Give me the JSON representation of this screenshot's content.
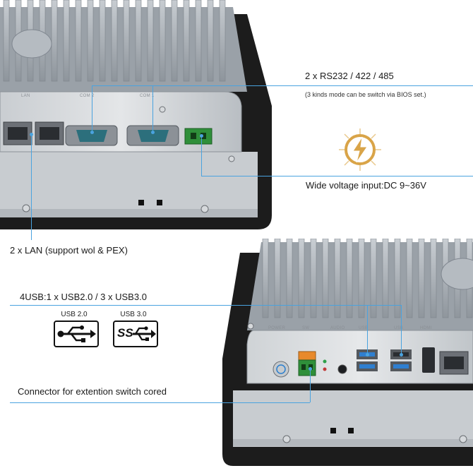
{
  "callouts": {
    "rs232": "2 x RS232 / 422 / 485",
    "rs232_note": "(3 kinds mode can be switch via BIOS set.)",
    "voltage": "Wide voltage input:DC 9~36V",
    "lan": "2 x LAN (support wol & PEX)",
    "usb": "4USB:1 x USB2.0 / 3 x USB3.0",
    "switch": "Connector for extention switch cored"
  },
  "usb_badges": {
    "usb2": "USB 2.0",
    "usb3": "USB 3.0",
    "usb3_logo": "SS"
  },
  "panel_top": {
    "port_labels": [
      "LAN",
      "COM 2",
      "COM 1"
    ]
  },
  "panel_bottom": {
    "port_labels": [
      "POWER",
      "SW",
      "AUDIO",
      "USB",
      "USB",
      "HDMI"
    ]
  },
  "colors": {
    "callout_line": "#4aa3df",
    "heatsink": "#a9b0b7",
    "bezel": "#1c1c1c",
    "terminal_green": "#2f8f3a",
    "terminal_orange": "#e8892b",
    "usb3_blue": "#2f7fd0",
    "com_teal": "#2c6f7c",
    "voltage_icon_gold": "#d9a448"
  },
  "icons": [
    "lightning-bolt-icon",
    "usb-trident-icon",
    "superspeed-usb-icon"
  ]
}
